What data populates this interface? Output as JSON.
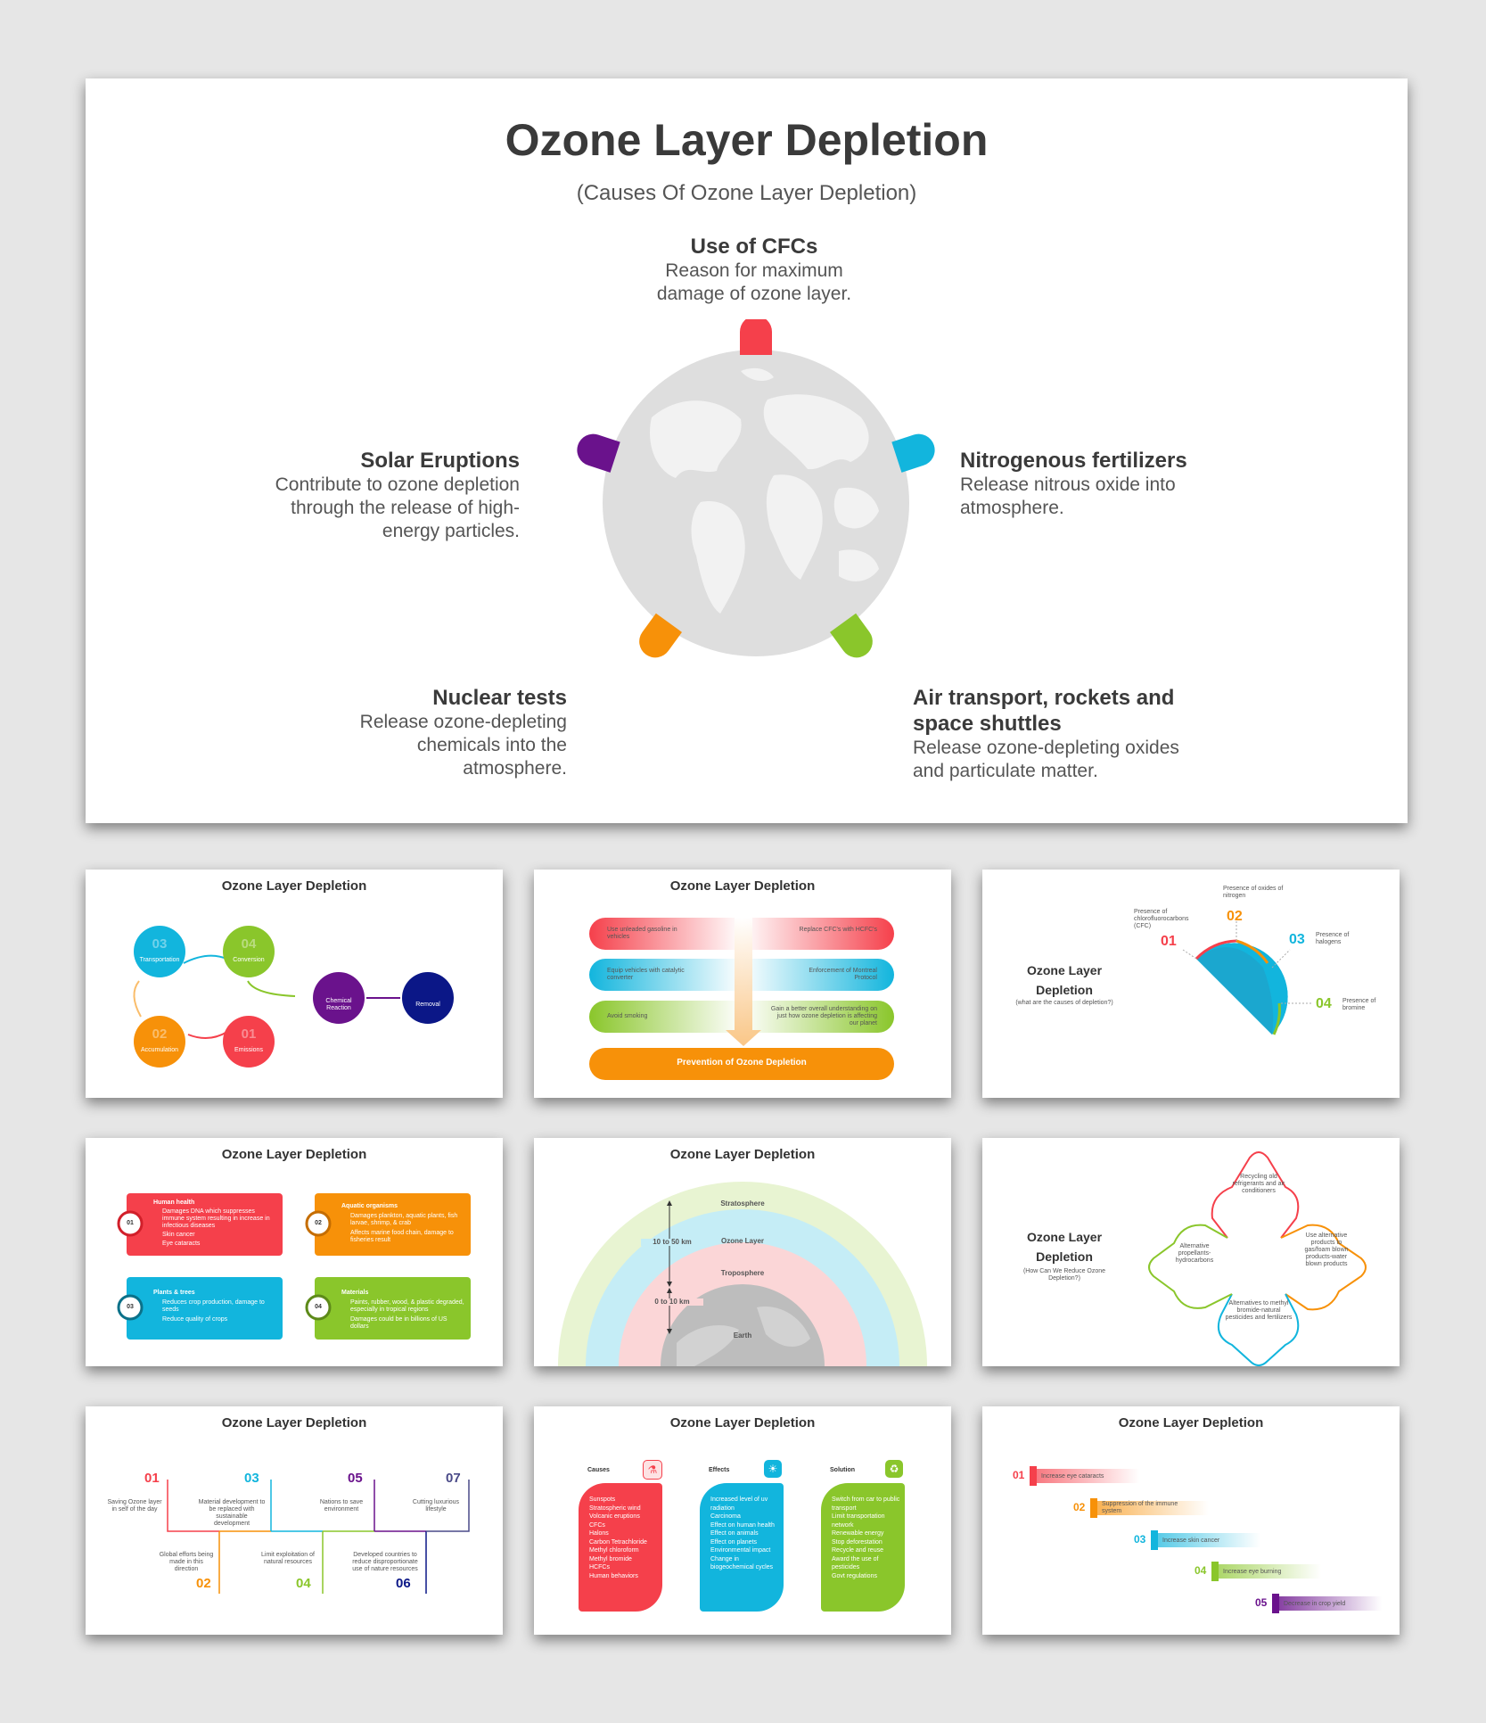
{
  "hero": {
    "title": "Ozone Layer Depletion",
    "subtitle": "(Causes Of Ozone Layer Depletion)",
    "causes": [
      {
        "title": "Use of CFCs",
        "desc": "Reason for maximum\ndamage of ozone layer."
      },
      {
        "title": "Nitrogenous fertilizers",
        "desc": "Release nitrous oxide into\natmosphere."
      },
      {
        "title": "Air transport, rockets and\nspace shuttles",
        "desc": "Release ozone-depleting oxides\nand particulate matter."
      },
      {
        "title": "Nuclear tests",
        "desc": "Release ozone-depleting\nchemicals into the atmosphere."
      },
      {
        "title": "Solar Eruptions",
        "desc": "Contribute to ozone depletion\nthrough the release of high-\nenergy particles."
      }
    ]
  },
  "thumb_title": "Ozone Layer Depletion",
  "t1": {
    "nodes": [
      {
        "num": "03",
        "label": "Transportation"
      },
      {
        "num": "04",
        "label": "Conversion"
      },
      {
        "num": "02",
        "label": "Accumulation"
      },
      {
        "num": "01",
        "label": "Emissions"
      }
    ],
    "chem": "Chemical Reaction",
    "removal": "Removal"
  },
  "t2": {
    "rows": [
      {
        "left": "Use unleaded gasoline in vehicles",
        "right": "Replace CFC's with HCFC's"
      },
      {
        "left": "Equip vehicles with catalytic converter",
        "right": "Enforcement of Montreal Protocol"
      },
      {
        "left": "Avoid smoking",
        "right": "Gain a better overall understanding on just how ozone depletion is affecting our planet"
      }
    ],
    "bar": "Prevention of Ozone Depletion"
  },
  "t3": {
    "title": "Ozone Layer Depletion",
    "sub": "(what are the causes of depletion?)",
    "items": [
      {
        "num": "01",
        "text": "Presence of chlorofluorocarbons (CFC)"
      },
      {
        "num": "02",
        "text": "Presence of oxides of nitrogen"
      },
      {
        "num": "03",
        "text": "Presence of halogens"
      },
      {
        "num": "04",
        "text": "Presence of bromine"
      }
    ]
  },
  "t4": {
    "cards": [
      {
        "num": "01",
        "title": "Human health",
        "items": [
          "Damages DNA which suppresses immune system resulting in increase in infectious diseases",
          "Skin cancer",
          "Eye cataracts"
        ]
      },
      {
        "num": "02",
        "title": "Aquatic organisms",
        "items": [
          "Damages plankton, aquatic plants, fish larvae, shrimp, & crab",
          "Affects marine food chain, damage to fisheries result"
        ]
      },
      {
        "num": "03",
        "title": "Plants & trees",
        "items": [
          "Reduces crop production, damage to seeds",
          "Reduce quality of crops"
        ]
      },
      {
        "num": "04",
        "title": "Materials",
        "items": [
          "Paints, rubber, wood, & plastic degraded, especially in tropical regions",
          "Damages could be in billions of US dollars"
        ]
      }
    ]
  },
  "t5": {
    "stratosphere": "Stratosphere",
    "ozone": "Ozone Layer",
    "troposphere": "Troposphere",
    "earth": "Earth",
    "range1": "10 to 50 km",
    "range2": "0 to 10 km"
  },
  "t6": {
    "title": "Ozone Layer Depletion",
    "sub": "(How Can We Reduce Ozone Depletion?)",
    "items": [
      "Recycling old refrigerants and air conditioners",
      "Use alternative products to gas/foam blown products-water blown products",
      "Alternatives to methyl bromide-natural pesticides and fertilizers",
      "Alternative propellants-hydrocarbons"
    ]
  },
  "t7": {
    "items": [
      {
        "num": "01",
        "text": "Saving Ozone layer in self of the day"
      },
      {
        "num": "02",
        "text": "Global efforts being made in this direction"
      },
      {
        "num": "03",
        "text": "Material development to be replaced with sustainable development"
      },
      {
        "num": "04",
        "text": "Limit exploitation of natural resources"
      },
      {
        "num": "05",
        "text": "Nations to save environment"
      },
      {
        "num": "06",
        "text": "Developed countries to reduce disproportionate use of nature resources"
      },
      {
        "num": "07",
        "text": "Cutting luxurious lifestyle"
      }
    ]
  },
  "t8": {
    "cols": [
      {
        "title": "Causes",
        "items": [
          "Sunspots",
          "Stratospheric wind",
          "Volcanic eruptions",
          "CFCs",
          "Halons",
          "Carbon Tetrachloride",
          "Methyl chloroform",
          "Methyl bromide",
          "HCFCs",
          "Human behaviors"
        ]
      },
      {
        "title": "Effects",
        "items": [
          "Increased level of uv radiation",
          "Carcinoma",
          "Effect on human health",
          "Effect on animals",
          "Effect on planets",
          "Environmental impact",
          "Change in biogeochemical cycles"
        ]
      },
      {
        "title": "Solution",
        "items": [
          "Switch from car to public transport",
          "Limit transportation network",
          "Renewable energy",
          "Stop deforestation",
          "Recycle and reuse",
          "Award the use of pesticides",
          "Govt regulations"
        ]
      }
    ]
  },
  "t9": {
    "items": [
      {
        "num": "01",
        "text": "Increase eye cataracts"
      },
      {
        "num": "02",
        "text": "Suppression of the immune system"
      },
      {
        "num": "03",
        "text": "Increase skin cancer"
      },
      {
        "num": "04",
        "text": "Increase eye burning"
      },
      {
        "num": "05",
        "text": "Decrease in crop yield"
      }
    ]
  },
  "colors": {
    "red": "#f5404b",
    "cyan": "#12b5dd",
    "green": "#8ac62b",
    "orange": "#f79109",
    "purple": "#6a128c",
    "navy": "#0b1787"
  }
}
